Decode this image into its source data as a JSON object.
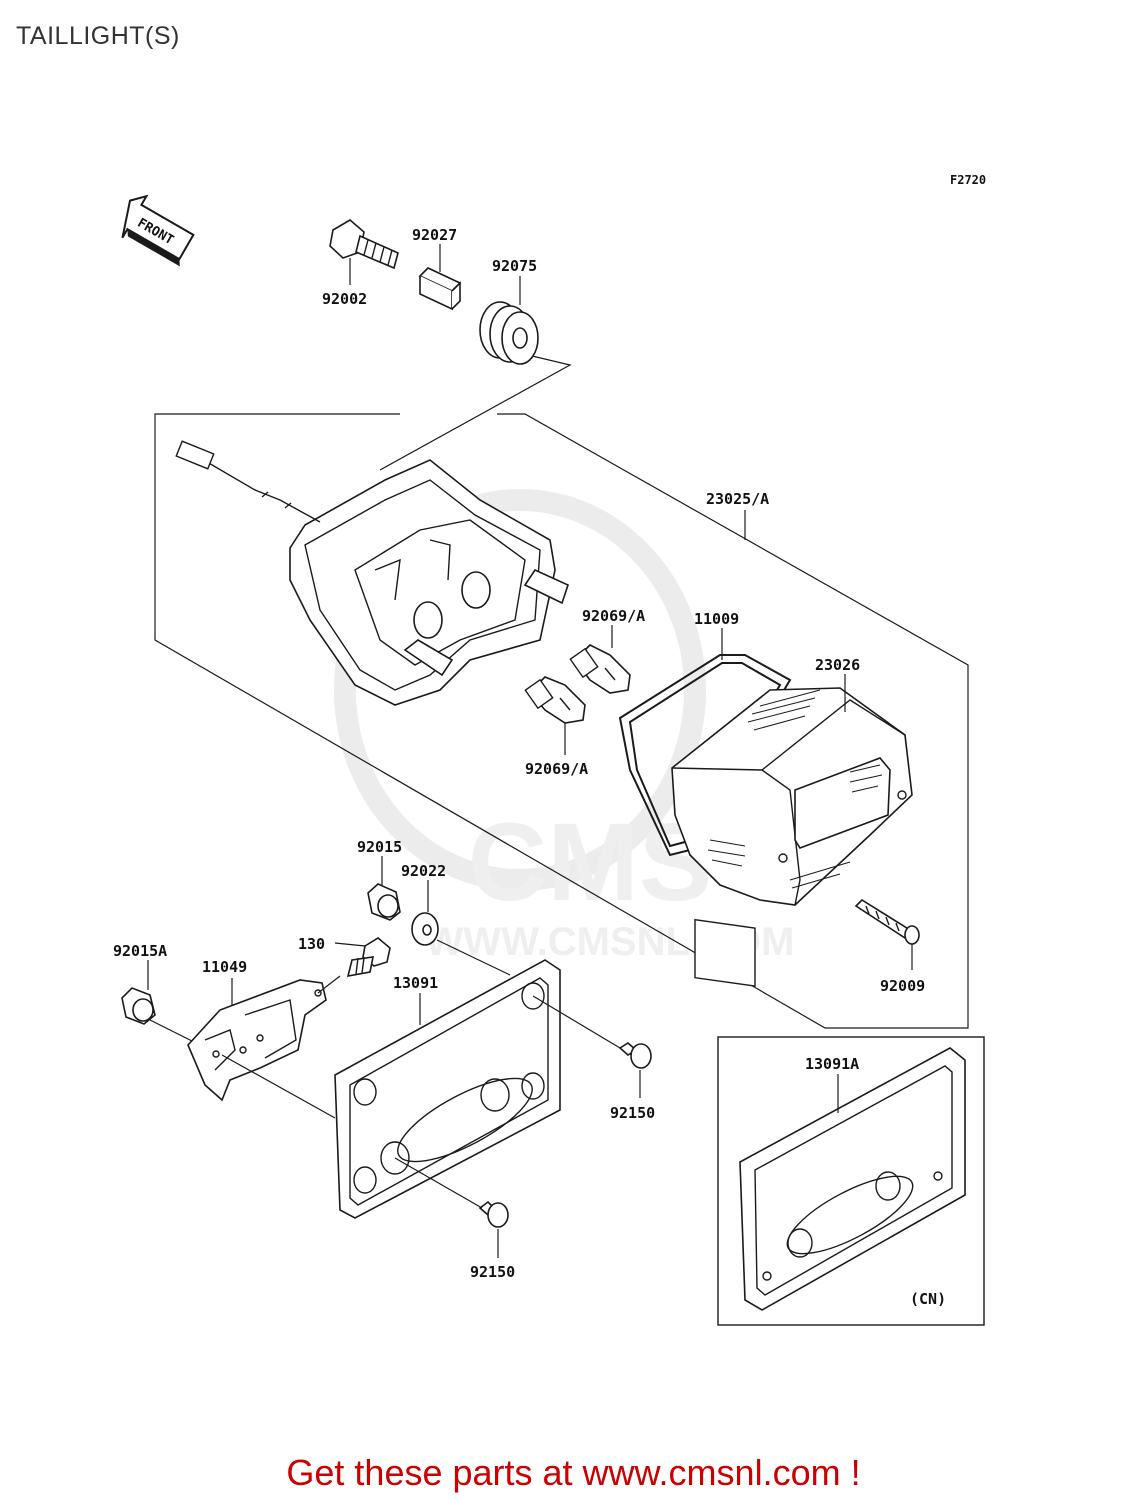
{
  "page_title": "TAILLIGHT(S)",
  "figure_code": "F2720",
  "front_label": "FRONT",
  "watermark": "WWW.CMSNL.COM",
  "promo_text": "Get these parts at www.cmsnl.com !",
  "variant_note": "(CN)",
  "part_labels": {
    "p92002": "92002",
    "p92027": "92027",
    "p92075": "92075",
    "p23025A": "23025/A",
    "p92069A_top": "92069/A",
    "p11009": "11009",
    "p23026": "23026",
    "p92069A_bottom": "92069/A",
    "p92015": "92015",
    "p92022": "92022",
    "p130": "130",
    "p92015A": "92015A",
    "p11049": "11049",
    "p13091": "13091",
    "p92009": "92009",
    "p92150_right": "92150",
    "p92150_bottom": "92150",
    "p13091A": "13091A"
  },
  "colors": {
    "promo": "#cc0000",
    "line": "#1a1a1a",
    "watermark": "#e4e4e4"
  }
}
